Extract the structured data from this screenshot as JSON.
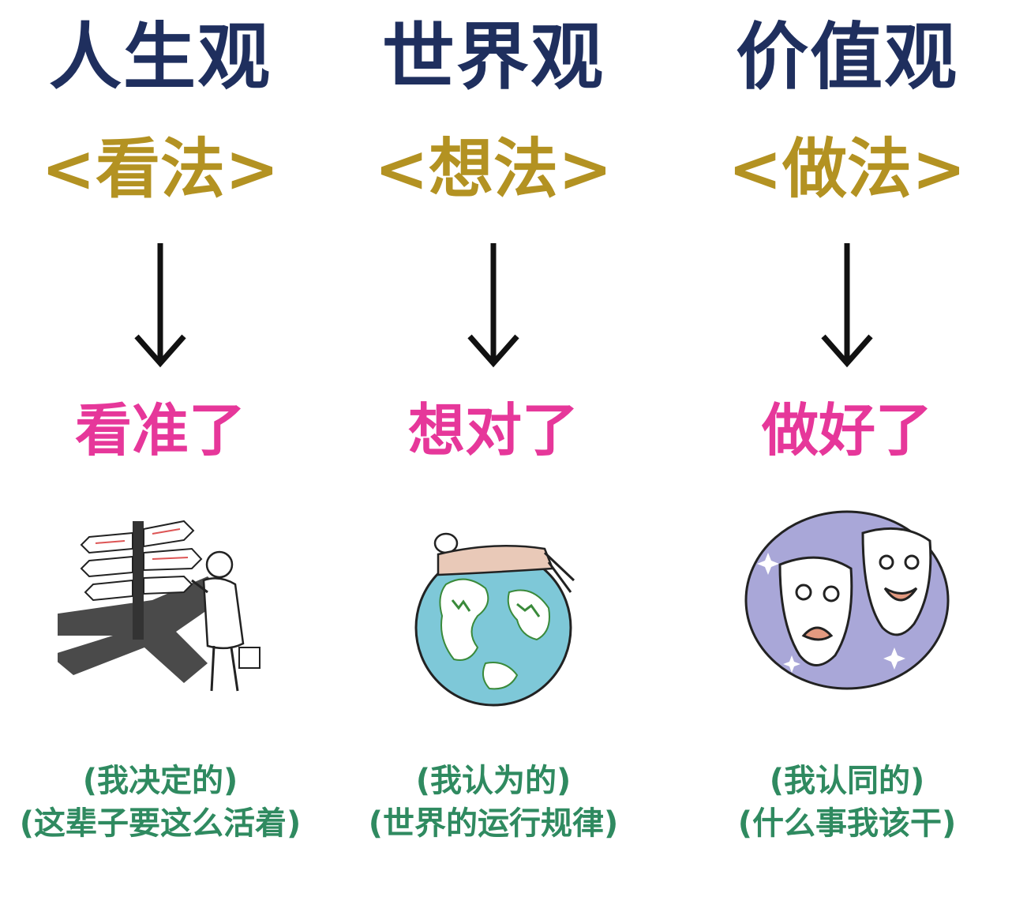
{
  "columns": [
    {
      "title": "人生观",
      "method": "<看法>",
      "result": "看准了",
      "caption_line1": "(我决定的)",
      "caption_line2": "(这辈子要这么活着)",
      "illustration": "signpost-person-icon"
    },
    {
      "title": "世界观",
      "method": "<想法>",
      "result": "想对了",
      "caption_line1": "(我认为的)",
      "caption_line2": "(世界的运行规律)",
      "illustration": "globe-icon"
    },
    {
      "title": "价值观",
      "method": "<做法>",
      "result": "做好了",
      "caption_line1": "(我认同的)",
      "caption_line2": "(什么事我该干)",
      "illustration": "theater-masks-icon"
    }
  ],
  "colors": {
    "title": "#1f2f5e",
    "method": "#b39222",
    "result": "#e6379a",
    "caption": "#2f8a60",
    "arrow": "#111111"
  }
}
